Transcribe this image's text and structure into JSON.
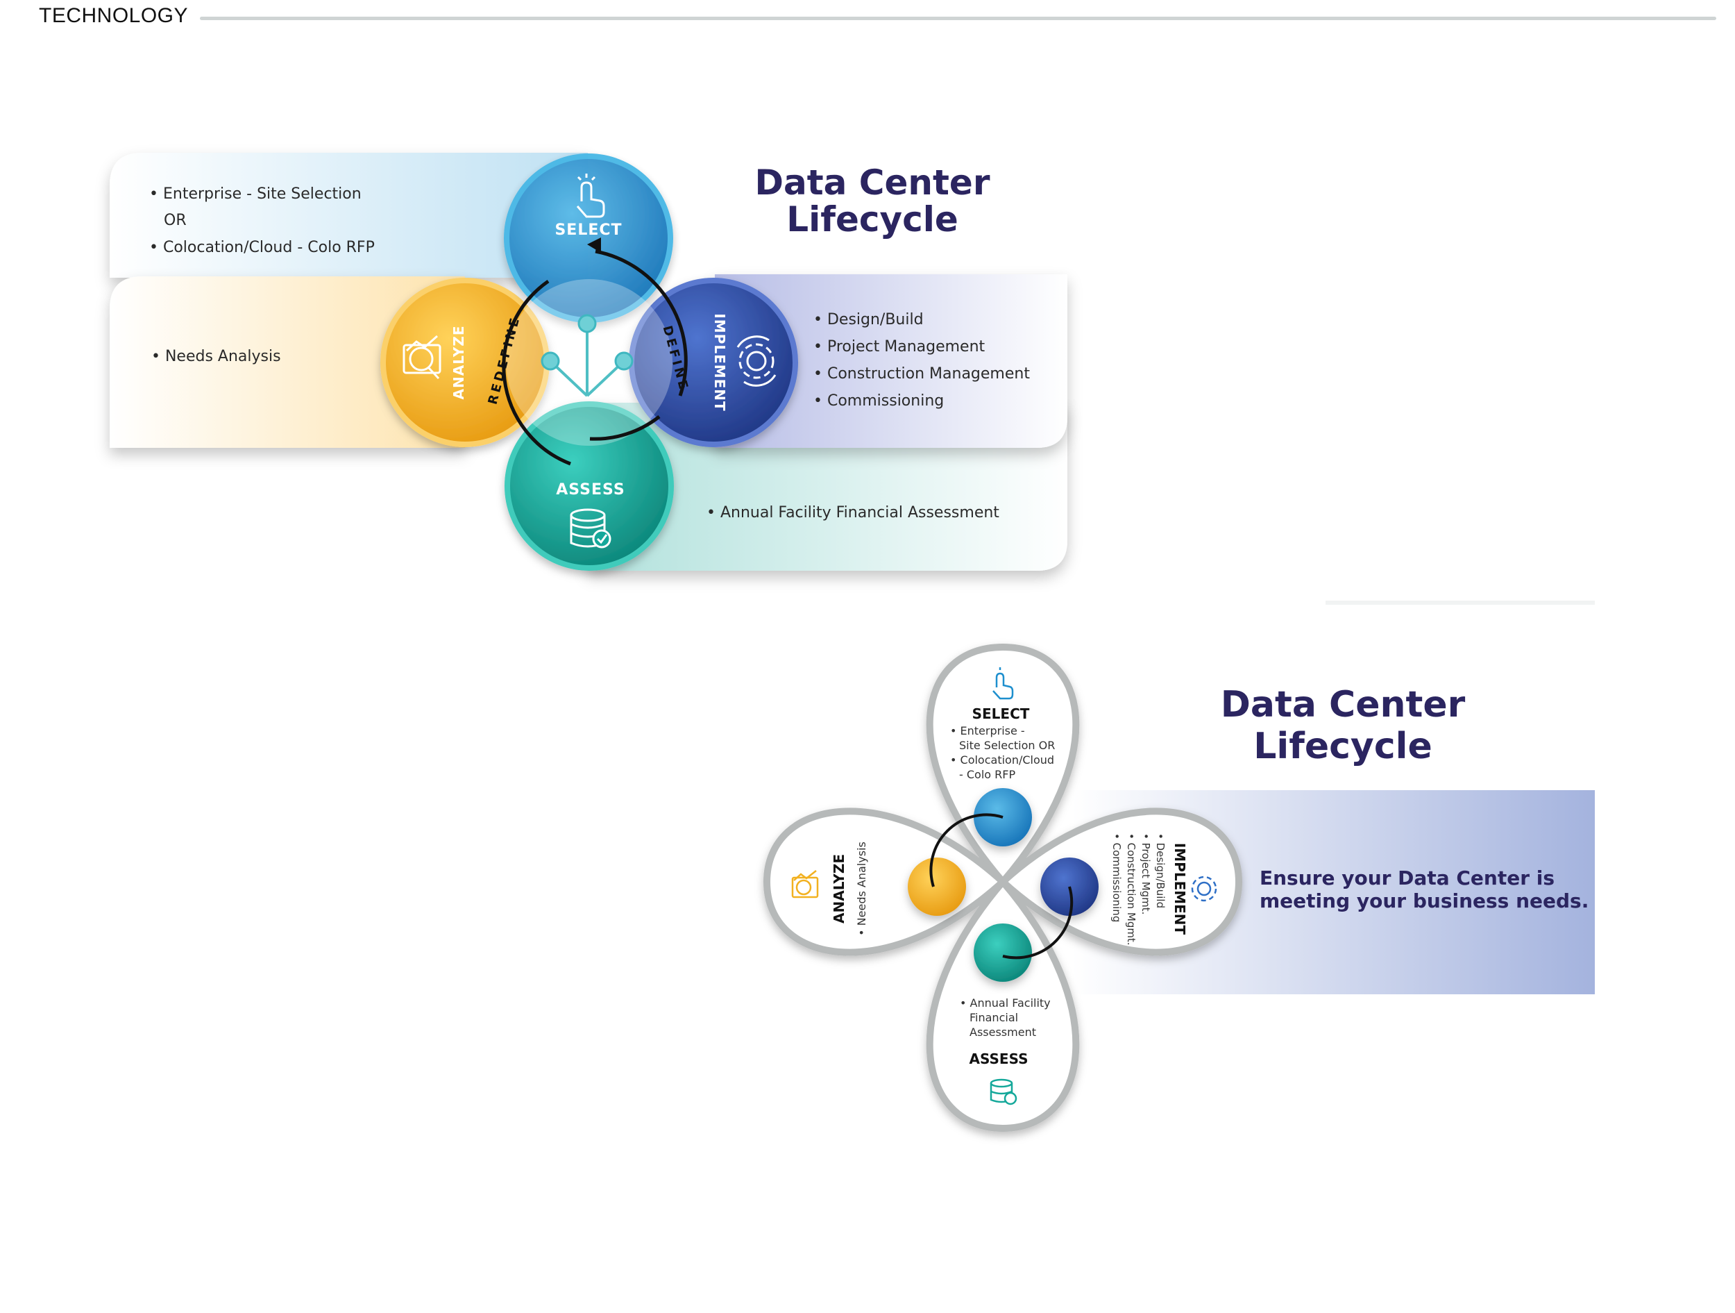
{
  "header": {
    "section_label": "TECHNOLOGY"
  },
  "diagram1": {
    "title_line1": "Data Center",
    "title_line2": "Lifecycle",
    "select": {
      "label": "SELECT",
      "bullets": [
        "• Enterprise - Site Selection",
        "OR",
        "• Colocation/Cloud - Colo RFP"
      ]
    },
    "analyze": {
      "label": "ANALYZE",
      "bullets": [
        "• Needs Analysis"
      ]
    },
    "implement": {
      "label": "IMPLEMENT",
      "bullets": [
        "• Design/Build",
        "• Project Management",
        "• Construction Management",
        "• Commissioning"
      ]
    },
    "assess": {
      "label": "ASSESS",
      "bullets": [
        "• Annual Facility Financial Assessment"
      ]
    },
    "redefine": "REDEFINE",
    "define": "DEFINE",
    "colors": {
      "select": "#1e8fce",
      "analyze": "#f2b120",
      "implement": "#2e4ea8",
      "assess": "#14a89a",
      "title": "#2b2560"
    }
  },
  "diagram2": {
    "title_line1": "Data Center",
    "title_line2": "Lifecycle",
    "tagline_line1": "Ensure your Data Center is",
    "tagline_line2": "meeting your business needs.",
    "select": {
      "label": "SELECT",
      "bullets": [
        "• Enterprise -",
        "Site Selection OR",
        "• Colocation/Cloud",
        "- Colo RFP"
      ]
    },
    "analyze": {
      "label": "ANALYZE",
      "bullets": [
        "• Needs Analysis"
      ]
    },
    "implement": {
      "label": "IMPLEMENT",
      "bullets": [
        "• Design/Build",
        "• Project Mgmt.",
        "• Construction Mgmt.",
        "• Commissioning"
      ]
    },
    "assess": {
      "label": "ASSESS",
      "bullets": [
        "• Annual Facility",
        "Financial",
        "Assessment"
      ]
    }
  }
}
